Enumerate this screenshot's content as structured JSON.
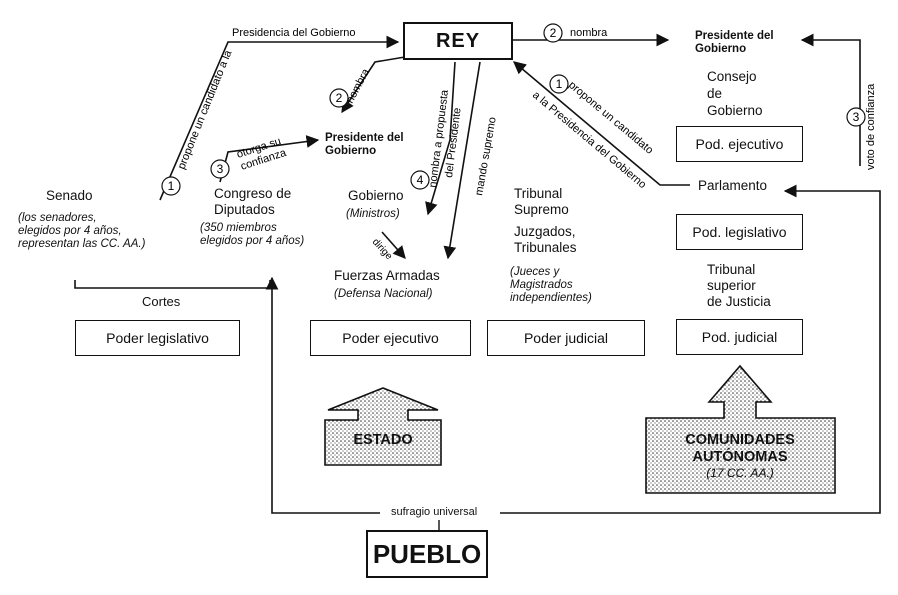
{
  "top": {
    "rey": "REY",
    "presidencia_del_gobierno_label": "Presidencia del Gobierno",
    "nombra_right": "nombra",
    "step2": "2",
    "presidente_top_line1": "Presidente del",
    "presidente_top_line2": "Gobierno"
  },
  "left": {
    "propone_candidato": "propone un candidato a la",
    "step1_left": "1",
    "otorga_su": "otorga su",
    "confianza": "confianza",
    "step3_left": "3",
    "senado": "Senado",
    "senado_detail": [
      "(los senadores,",
      "elegidos por 4 años,",
      "representan las CC. AA.)"
    ],
    "congreso": [
      "Congreso de",
      "Diputados"
    ],
    "congreso_detail": [
      "(350 miembros",
      "elegidos por 4 años)"
    ],
    "cortes": "Cortes",
    "poder_legislativo": "Poder legislativo"
  },
  "center": {
    "nombra_left": "nombra",
    "step2_left": "2",
    "presidente_line1": "Presidente del",
    "presidente_line2": "Gobierno",
    "nombra_propuesta": "nombra a propuesta",
    "del_presidente": "del Presidente",
    "step4": "4",
    "mando_supremo": "mando supremo",
    "gobierno": "Gobierno",
    "ministros": "(Ministros)",
    "dirige": "dirige",
    "fuerzas_armadas": "Fuerzas Armadas",
    "defensa_nacional": "(Defensa Nacional)",
    "poder_ejecutivo": "Poder ejecutivo",
    "estado": "ESTADO"
  },
  "judicial": {
    "tribunal_supremo": [
      "Tribunal",
      "Supremo"
    ],
    "juzgados": [
      "Juzgados,",
      "Tribunales"
    ],
    "jueces": [
      "(Jueces y",
      "Magistrados",
      "independientes)"
    ],
    "poder_judicial": "Poder  judicial"
  },
  "right": {
    "propone_line1": "propone un candidato",
    "propone_line2": "a la Presidencia del Gobierno",
    "step1_right": "1",
    "consejo": [
      "Consejo",
      "de",
      "Gobierno"
    ],
    "pod_ejecutivo": "Pod. ejecutivo",
    "voto_de_confianza": "voto de confianza",
    "step3_right": "3",
    "parlamento": "Parlamento",
    "pod_legislativo": "Pod. legislativo",
    "tribunal_superior": [
      "Tribunal",
      "superior",
      "de Justicia"
    ],
    "pod_judicial": "Pod. judicial",
    "comunidades_line1": "COMUNIDADES",
    "comunidades_line2": "AUTÓNOMAS",
    "comunidades_line3": "(17 CC. AA.)"
  },
  "bottom": {
    "sufragio_universal": "sufragio universal",
    "pueblo": "PUEBLO"
  }
}
